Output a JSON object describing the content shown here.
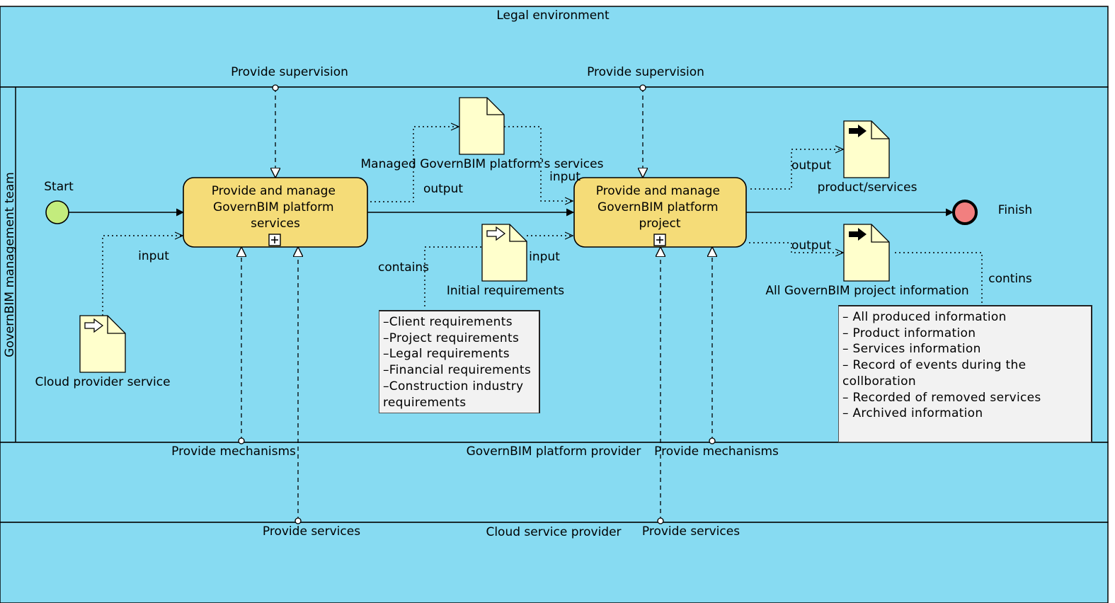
{
  "pools": {
    "legal": "Legal environment",
    "team": "GovernBIM management team",
    "platform": "GovernBIM platform provider",
    "cloud": "Cloud service provider"
  },
  "events": {
    "start": "Start",
    "finish": "Finish"
  },
  "tasks": {
    "task1": [
      "Provide and manage",
      "GovernBIM platform",
      "services"
    ],
    "task2": [
      "Provide and manage",
      "GovernBIM platform",
      "project"
    ]
  },
  "documents": {
    "managed_services": "Managed GovernBIM platform's services",
    "product_services": "product/services",
    "initial_requirements": "Initial requirements",
    "cloud_provider_service": "Cloud provider service",
    "all_project_info": "All GovernBIM project information"
  },
  "flow_labels": {
    "supervision_1": "Provide supervision",
    "supervision_2": "Provide supervision",
    "mechanisms_1": "Provide mechanisms",
    "mechanisms_2": "Provide mechanisms",
    "services_1": "Provide services",
    "services_2": "Provide services",
    "input_cloud": "input",
    "output_task1": "output",
    "input_task2_top": "input",
    "input_task2_req": "input",
    "contains": "contains",
    "output_product": "output",
    "output_info": "output",
    "contins": "contins"
  },
  "notes": {
    "requirements": [
      "–Client requirements",
      "–Project requirements",
      "–Legal requirements",
      "–Financial requirements",
      "–Construction industry",
      "requirements"
    ],
    "information": [
      "– All produced information",
      "– Product information",
      "– Services information",
      "– Record of events during the",
      "collboration",
      "– Recorded of removed services",
      "– Archived information"
    ]
  },
  "colors": {
    "lane_fill": "#87dbf2",
    "task_fill": "#f5dc78",
    "doc_fill": "#ffffcc",
    "start_fill": "#c3ec7d",
    "end_fill": "#f27f7f"
  }
}
